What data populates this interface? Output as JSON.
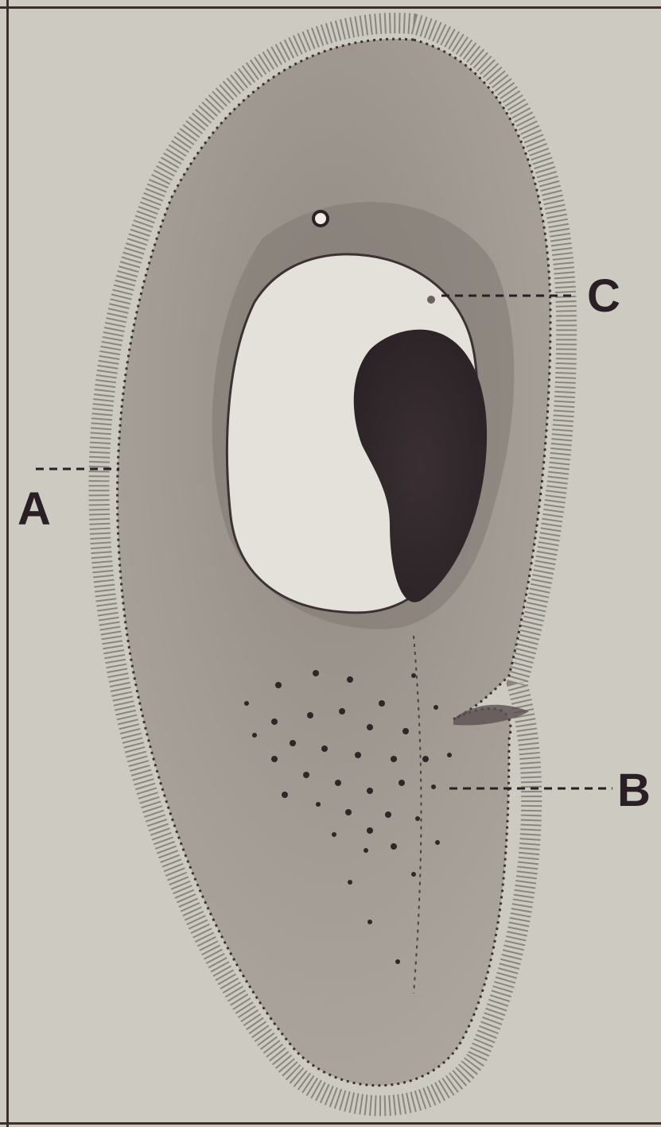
{
  "labels": {
    "a": "A",
    "b": "B",
    "c": "C"
  },
  "colors": {
    "paper": "#cdcac1",
    "body": "#9e9890",
    "body_dark": "#7d7770",
    "vacuole": "#e6e3dc",
    "nucleus": "#332a2d",
    "ink": "#2a1f24"
  }
}
